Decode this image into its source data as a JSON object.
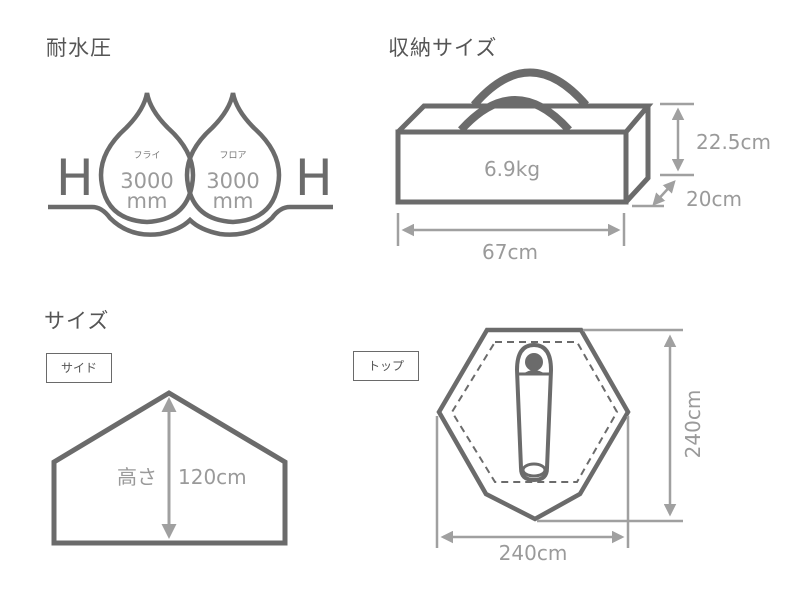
{
  "colors": {
    "stroke_dark": "#6b6b6b",
    "stroke_light": "#a0a0a0",
    "text": "#555555",
    "text_light": "#9a9a9a"
  },
  "water_pressure": {
    "title": "耐水圧",
    "fly": {
      "label": "フライ",
      "value": "3000",
      "unit": "mm"
    },
    "floor": {
      "label": "フロア",
      "value": "3000",
      "unit": "mm"
    },
    "h_glyph": "H"
  },
  "storage": {
    "title": "収納サイズ",
    "weight": "6.9kg",
    "height": "22.5cm",
    "depth": "20cm",
    "width": "67cm"
  },
  "size": {
    "title": "サイズ",
    "side": {
      "label": "サイド",
      "height_label": "高さ",
      "height_value": "120cm"
    },
    "top": {
      "label": "トップ",
      "width_value": "240cm",
      "depth_value": "240cm"
    }
  }
}
